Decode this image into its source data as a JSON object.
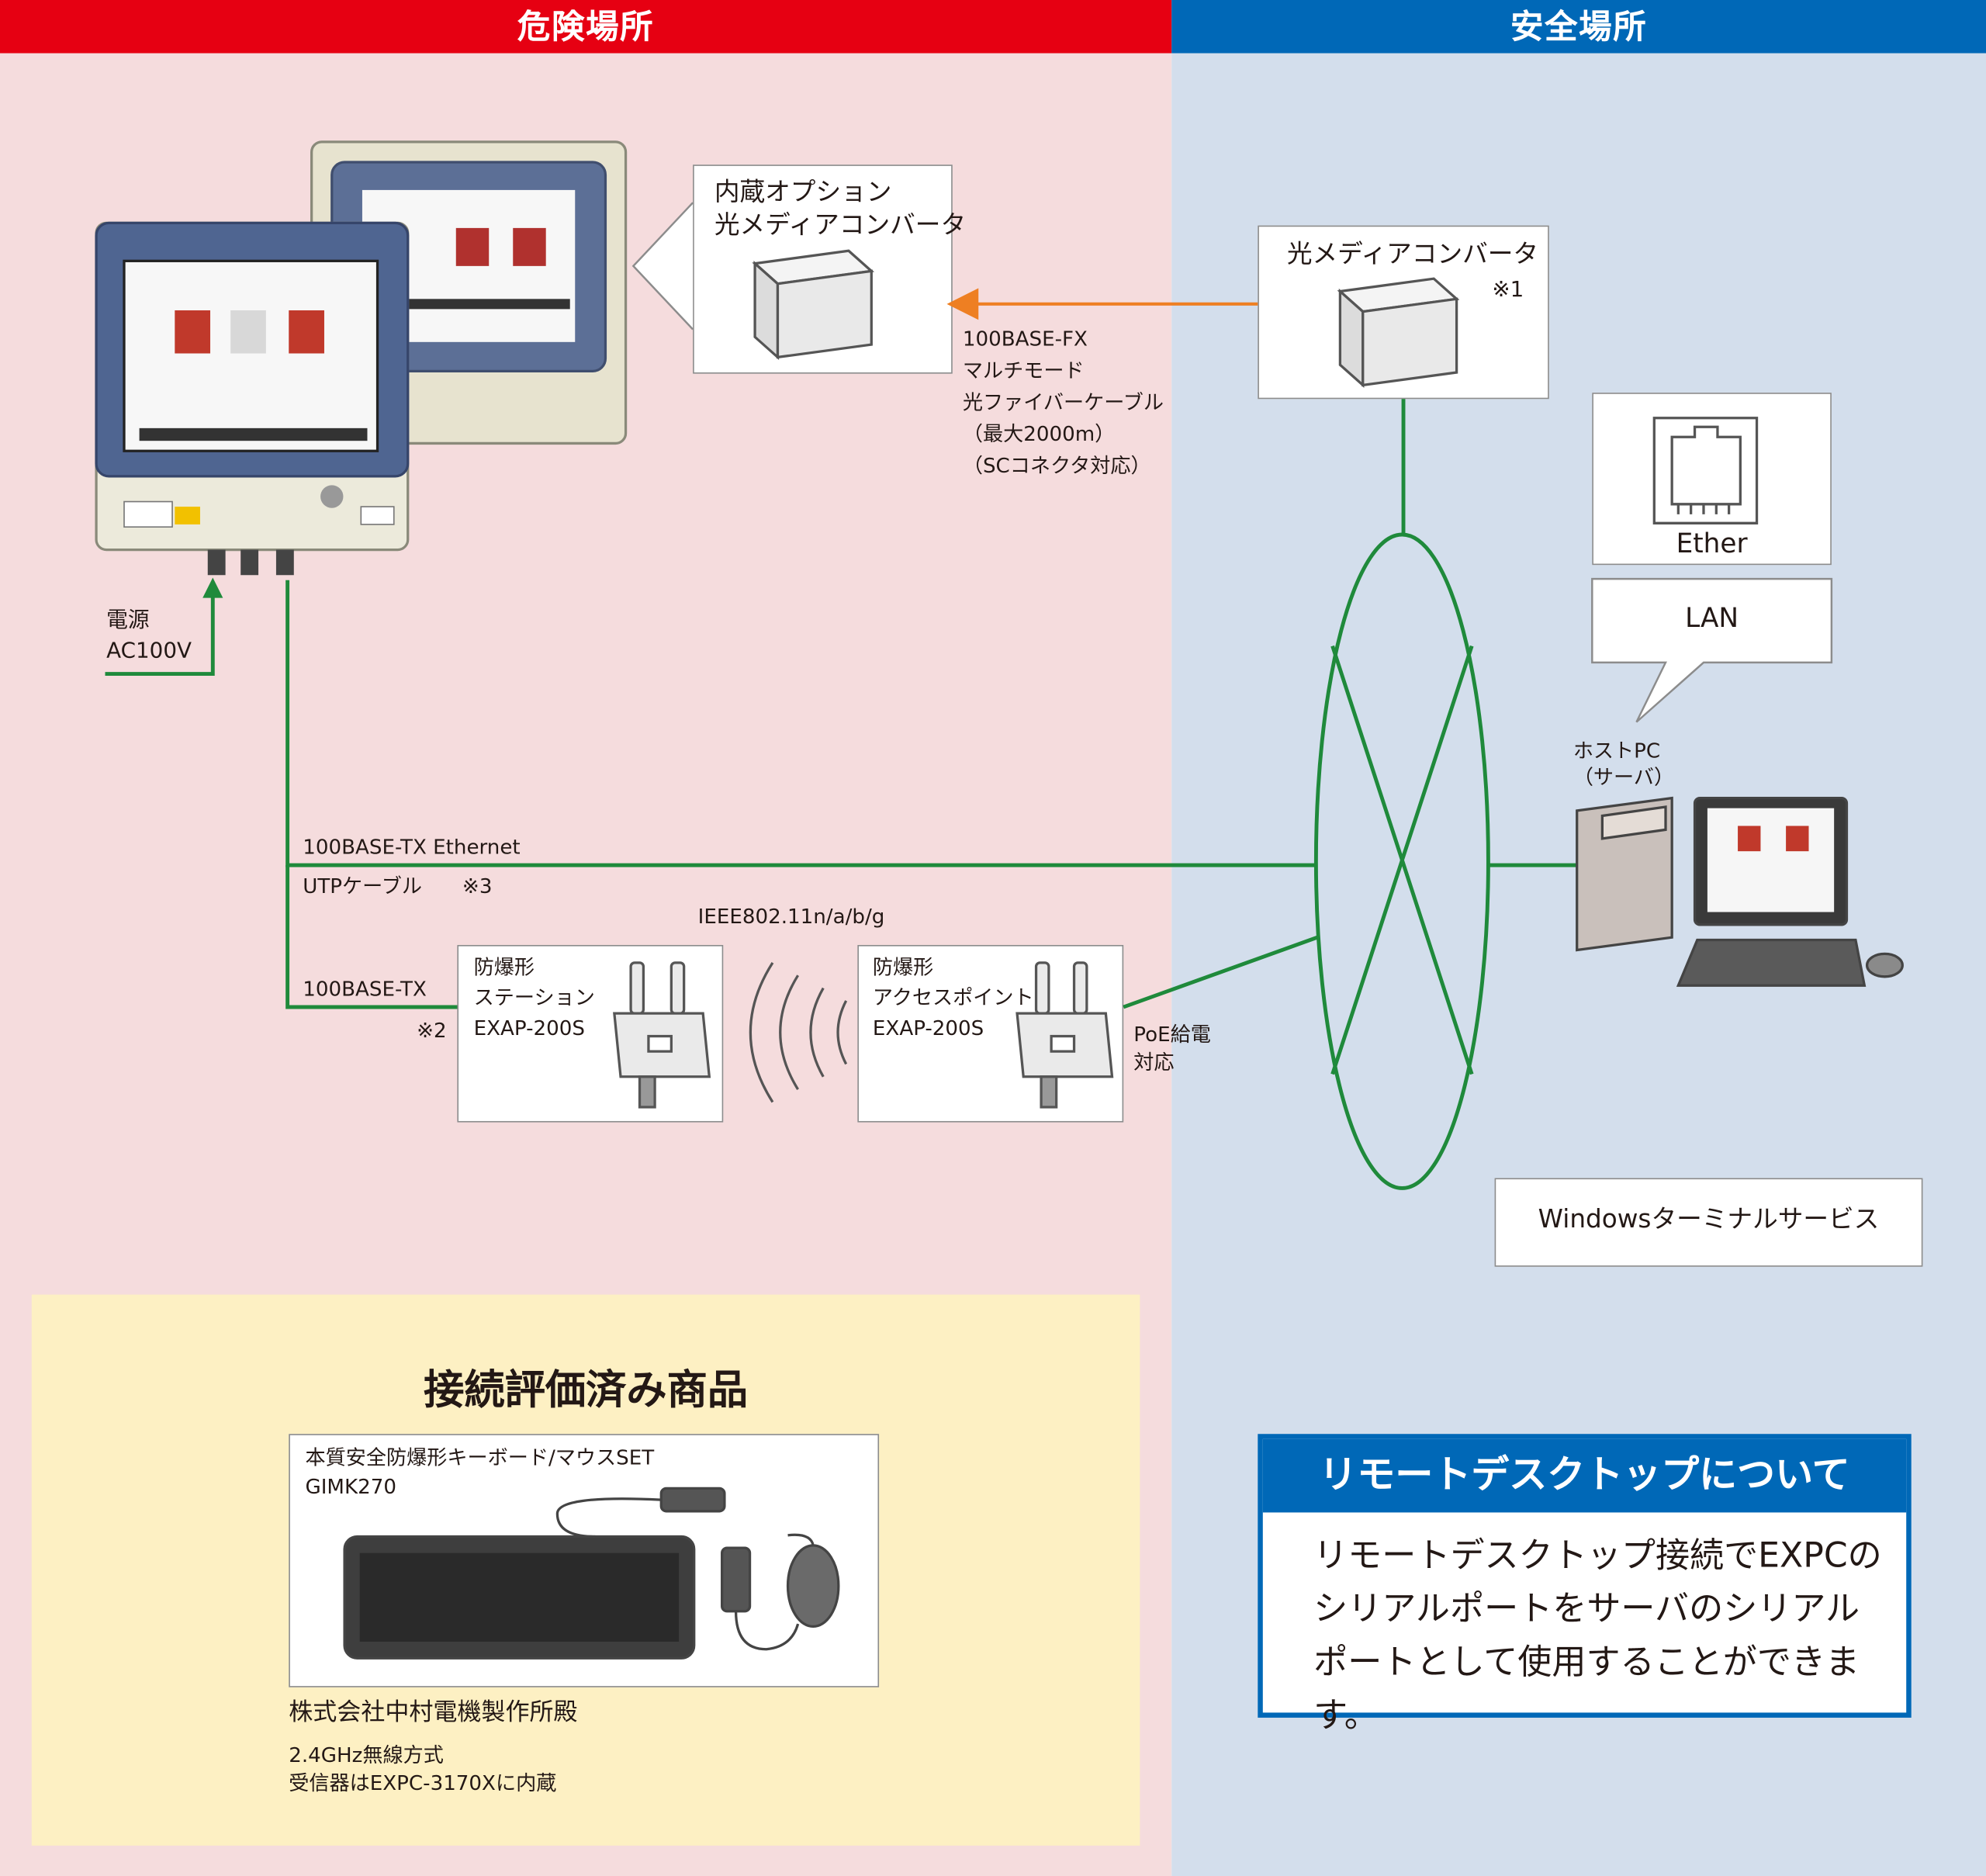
{
  "zones": {
    "hazard_title": "危険場所",
    "safe_title": "安全場所"
  },
  "colors": {
    "hazard_header": "#e60012",
    "safe_header": "#0068b7",
    "hazard_bg": "#f5dcdd",
    "safe_bg": "#d3deec",
    "yellow_bg": "#fdf0c3",
    "line_green": "#1f8a3b",
    "arrow_orange": "#ee7f22"
  },
  "devices": {
    "builtin_converter": "内蔵オプション\n光メディアコンバータ",
    "external_converter": "光メディアコンバータ",
    "external_converter_note": "※1",
    "fiber_cable": "100BASE-FX\nマルチモード\n光ファイバーケーブル\n（最大2000m）\n（SCコネクタ対応）",
    "power": "電源\nAC100V",
    "ethernet_line1": "100BASE-TX Ethernet",
    "ethernet_line2": "UTPケーブル",
    "ethernet_note": "※3",
    "station_cable": "100BASE-TX",
    "station_note": "※2",
    "station_label": "防爆形\nステーション\nEXAP-200S",
    "ap_label": "防爆形\nアクセスポイント\nEXAP-200S",
    "wireless_std": "IEEE802.11n/a/b/g",
    "poe": "PoE給電\n対応",
    "ether_icon_label": "Ether",
    "lan_callout": "LAN",
    "host_pc": "ホストPC\n（サーバ）",
    "terminal_service": "Windowsターミナルサービス"
  },
  "evaluated": {
    "title": "接続評価済み商品",
    "product_name": "本質安全防爆形キーボード/マウスSET\nGIMK270",
    "maker": "株式会社中村電機製作所殿",
    "note": "2.4GHz無線方式\n受信器はEXPC-3170Xに内蔵"
  },
  "remote": {
    "title": "リモートデスクトップについて",
    "body": "リモートデスクトップ接続でEXPCの\nシリアルポートをサーバのシリアル\nポートとして使用することができます。"
  }
}
